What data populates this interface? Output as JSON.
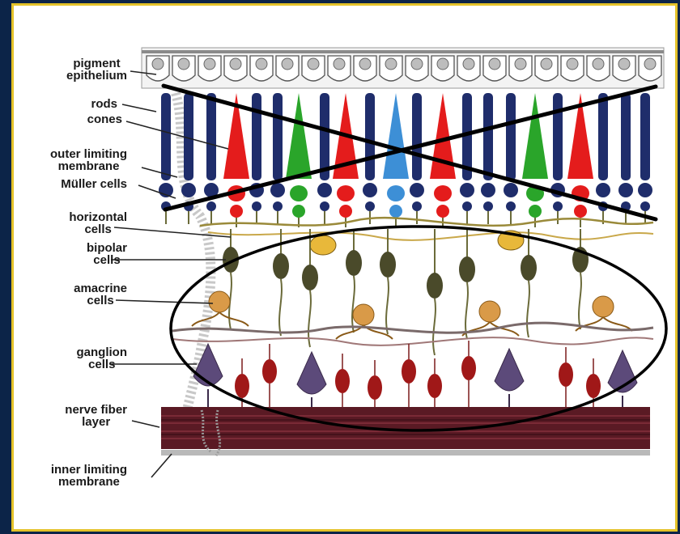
{
  "labels": {
    "pigment_epithelium": [
      "pigment",
      "epithelium"
    ],
    "rods": "rods",
    "cones": "cones",
    "outer_limiting_membrane": [
      "outer limiting",
      "membrane"
    ],
    "muller_cells": "Müller cells",
    "horizontal_cells": [
      "horizontal",
      "cells"
    ],
    "bipolar_cells": [
      "bipolar",
      "cells"
    ],
    "amacrine_cells": [
      "amacrine",
      "cells"
    ],
    "ganglion_cells": [
      "ganglion",
      "cells"
    ],
    "nerve_fiber_layer": [
      "nerve fiber",
      "layer"
    ],
    "inner_limiting_membrane": [
      "inner limiting",
      "membrane"
    ]
  },
  "colors": {
    "background": "#0c2448",
    "frame_border": "#e4c229",
    "rod": "#1f2d6b",
    "cone_red": "#e41c1c",
    "cone_green": "#2aa52a",
    "cone_blue": "#3d8fd6",
    "horizontal_cell": "#e8b83a",
    "bipolar_cell": "#4a4a2a",
    "amacrine_cell": "#d99a48",
    "ganglion_cell": "#5c4a7a",
    "small_red_cell": "#a01818",
    "nerve_fiber": "#5a1a24",
    "annotation": "#000000"
  },
  "annotations": [
    "cross-out-over-photoreceptor-layer",
    "ellipse-around-inner-layers"
  ]
}
